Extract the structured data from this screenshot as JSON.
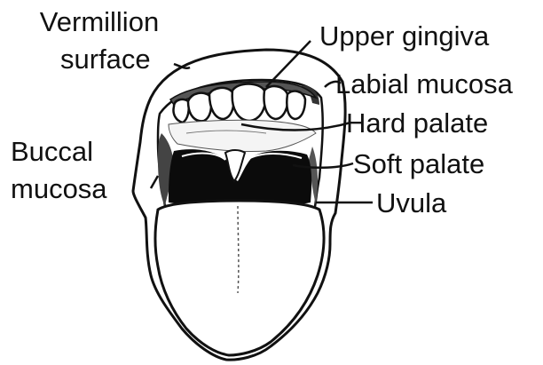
{
  "labels": {
    "vermillion_line1": "Vermillion",
    "vermillion_line2": "surface",
    "upper_gingiva": "Upper gingiva",
    "labial_mucosa": "Labial mucosa",
    "hard_palate": "Hard palate",
    "soft_palate": "Soft palate",
    "uvula": "Uvula",
    "buccal_line1": "Buccal",
    "buccal_line2": "mucosa"
  },
  "colors": {
    "ink": "#111111",
    "background": "#ffffff",
    "throat": "#0b0b0b"
  }
}
